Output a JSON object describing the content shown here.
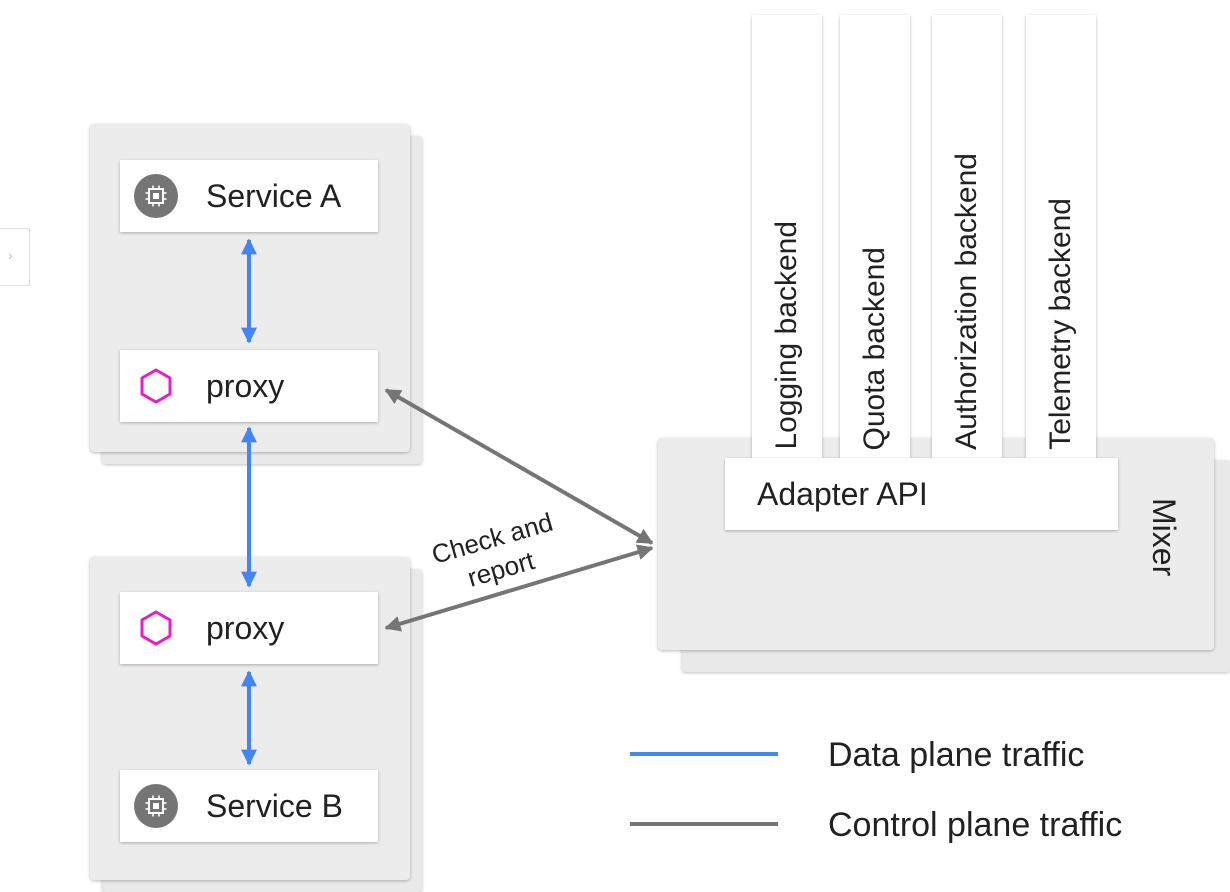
{
  "services": {
    "service_a": "Service A",
    "service_b": "Service B",
    "proxy_top": "proxy",
    "proxy_bottom": "proxy"
  },
  "backends": [
    "Logging backend",
    "Quota backend",
    "Authorization backend",
    "Telemetry backend"
  ],
  "mixer": {
    "adapter_api": "Adapter API",
    "label": "Mixer"
  },
  "edge_label": {
    "line1": "Check and",
    "line2": "report"
  },
  "legend": {
    "data_plane": "Data plane traffic",
    "control_plane": "Control plane traffic"
  },
  "colors": {
    "data_plane": "#4285f4",
    "control_plane": "#757575",
    "proxy_icon": "#e91ec9",
    "chip_icon": "#757575",
    "panel": "#ececec"
  },
  "icons": {
    "service": "chip-icon",
    "proxy": "hexagon-icon"
  }
}
